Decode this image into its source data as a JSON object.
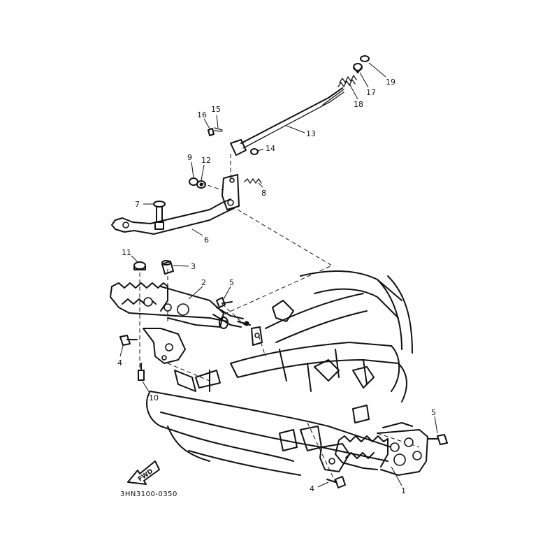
{
  "diagram": {
    "code": "3HN3100-0350",
    "fwd_label": "FWD",
    "callouts": {
      "p1": "1",
      "p2": "2",
      "p3": "3",
      "p4a": "4",
      "p4b": "4",
      "p5a": "5",
      "p5b": "5",
      "p6": "6",
      "p7": "7",
      "p8": "8",
      "p9": "9",
      "p10": "10",
      "p11": "11",
      "p12": "12",
      "p13": "13",
      "p14": "14",
      "p15": "15",
      "p16": "16",
      "p17": "17",
      "p18": "18",
      "p19": "19"
    }
  }
}
